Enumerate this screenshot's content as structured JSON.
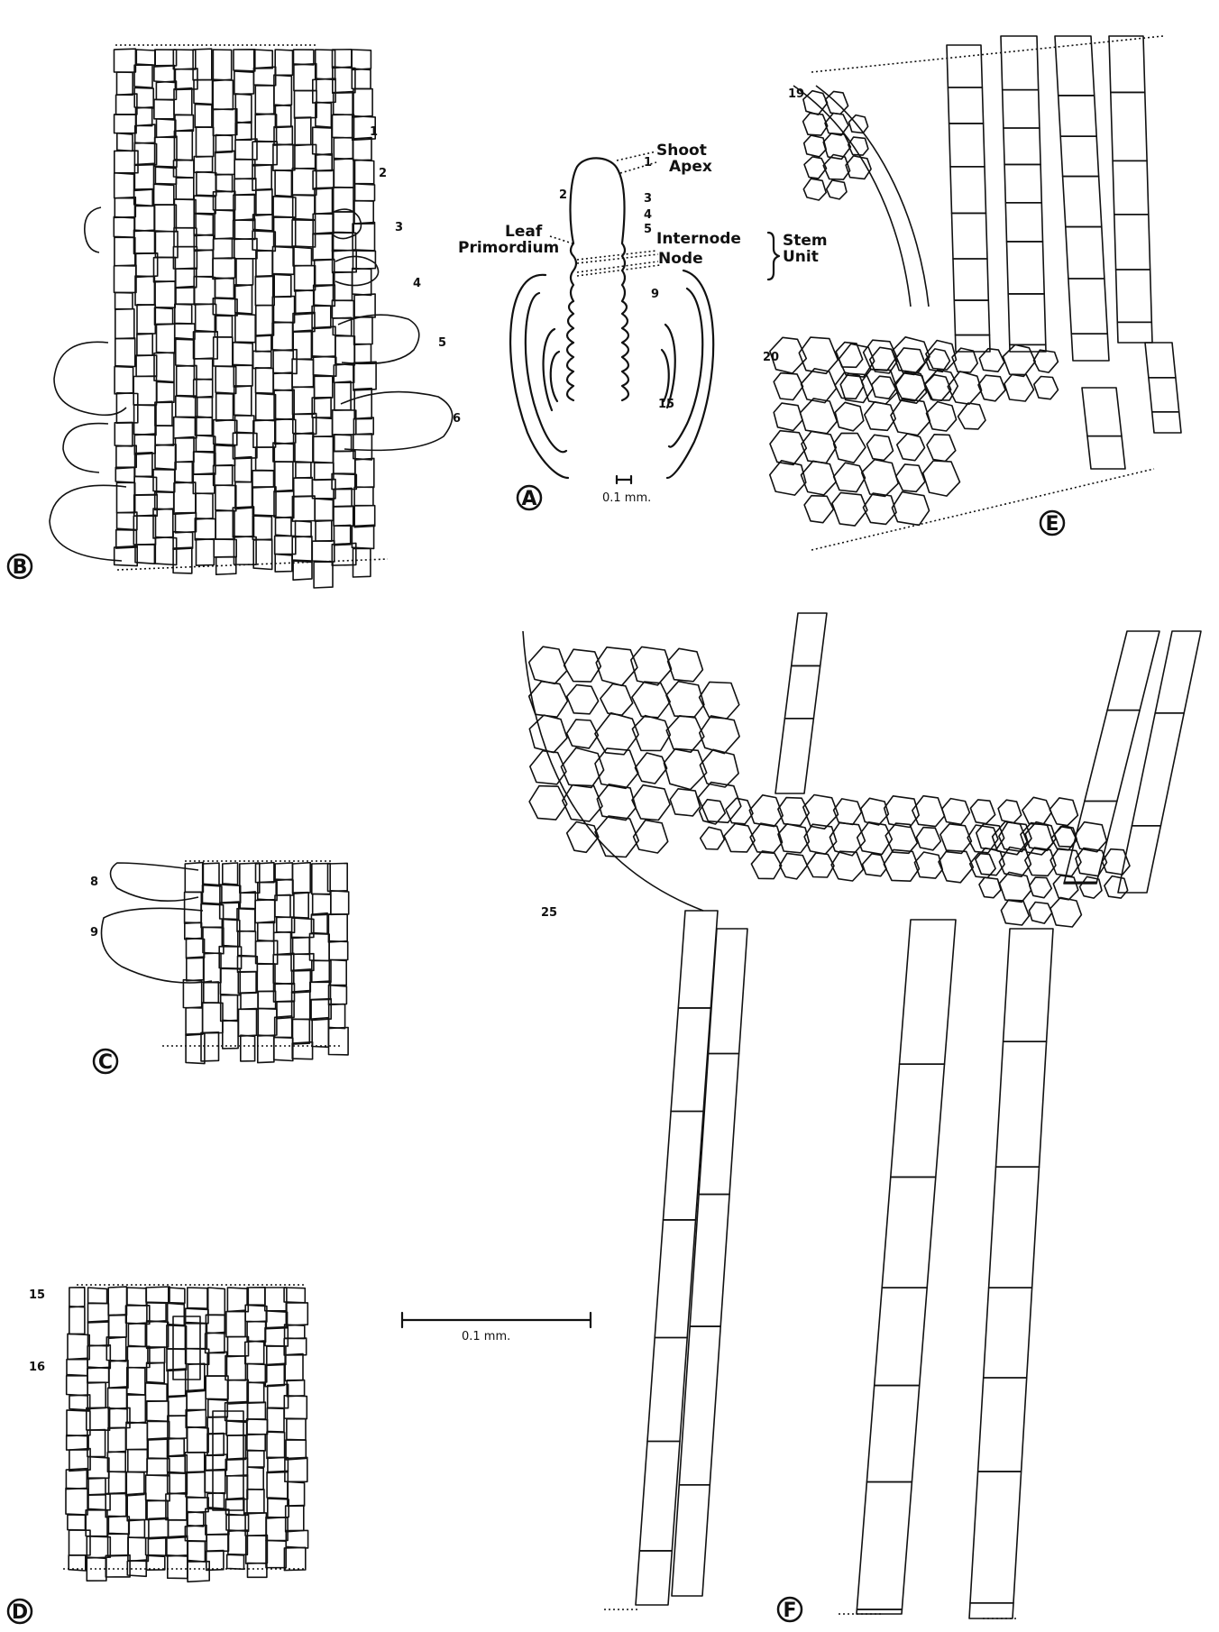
{
  "panels": {
    "A": {
      "letter": "A",
      "labels": {
        "shoot_apex_1": "Shoot",
        "shoot_apex_2": "Apex",
        "leaf_primordium_1": "Leaf",
        "leaf_primordium_2": "Primordium",
        "internode": "Internode",
        "node": "Node",
        "stem_unit_1": "Stem",
        "stem_unit_2": "Unit"
      },
      "numbers": [
        "1",
        "2",
        "3",
        "4",
        "5",
        "9",
        "15"
      ],
      "scale_bar": "0.1 mm."
    },
    "B": {
      "letter": "B",
      "numbers": [
        "1",
        "2",
        "3",
        "4",
        "5",
        "6"
      ]
    },
    "C": {
      "letter": "C",
      "numbers": [
        "8",
        "9"
      ]
    },
    "D": {
      "letter": "D",
      "numbers": [
        "15",
        "16"
      ]
    },
    "E": {
      "letter": "E",
      "numbers": [
        "19",
        "20"
      ]
    },
    "F": {
      "letter": "F",
      "numbers": [
        "25"
      ]
    }
  },
  "scale_bar_main": "0.1 mm."
}
